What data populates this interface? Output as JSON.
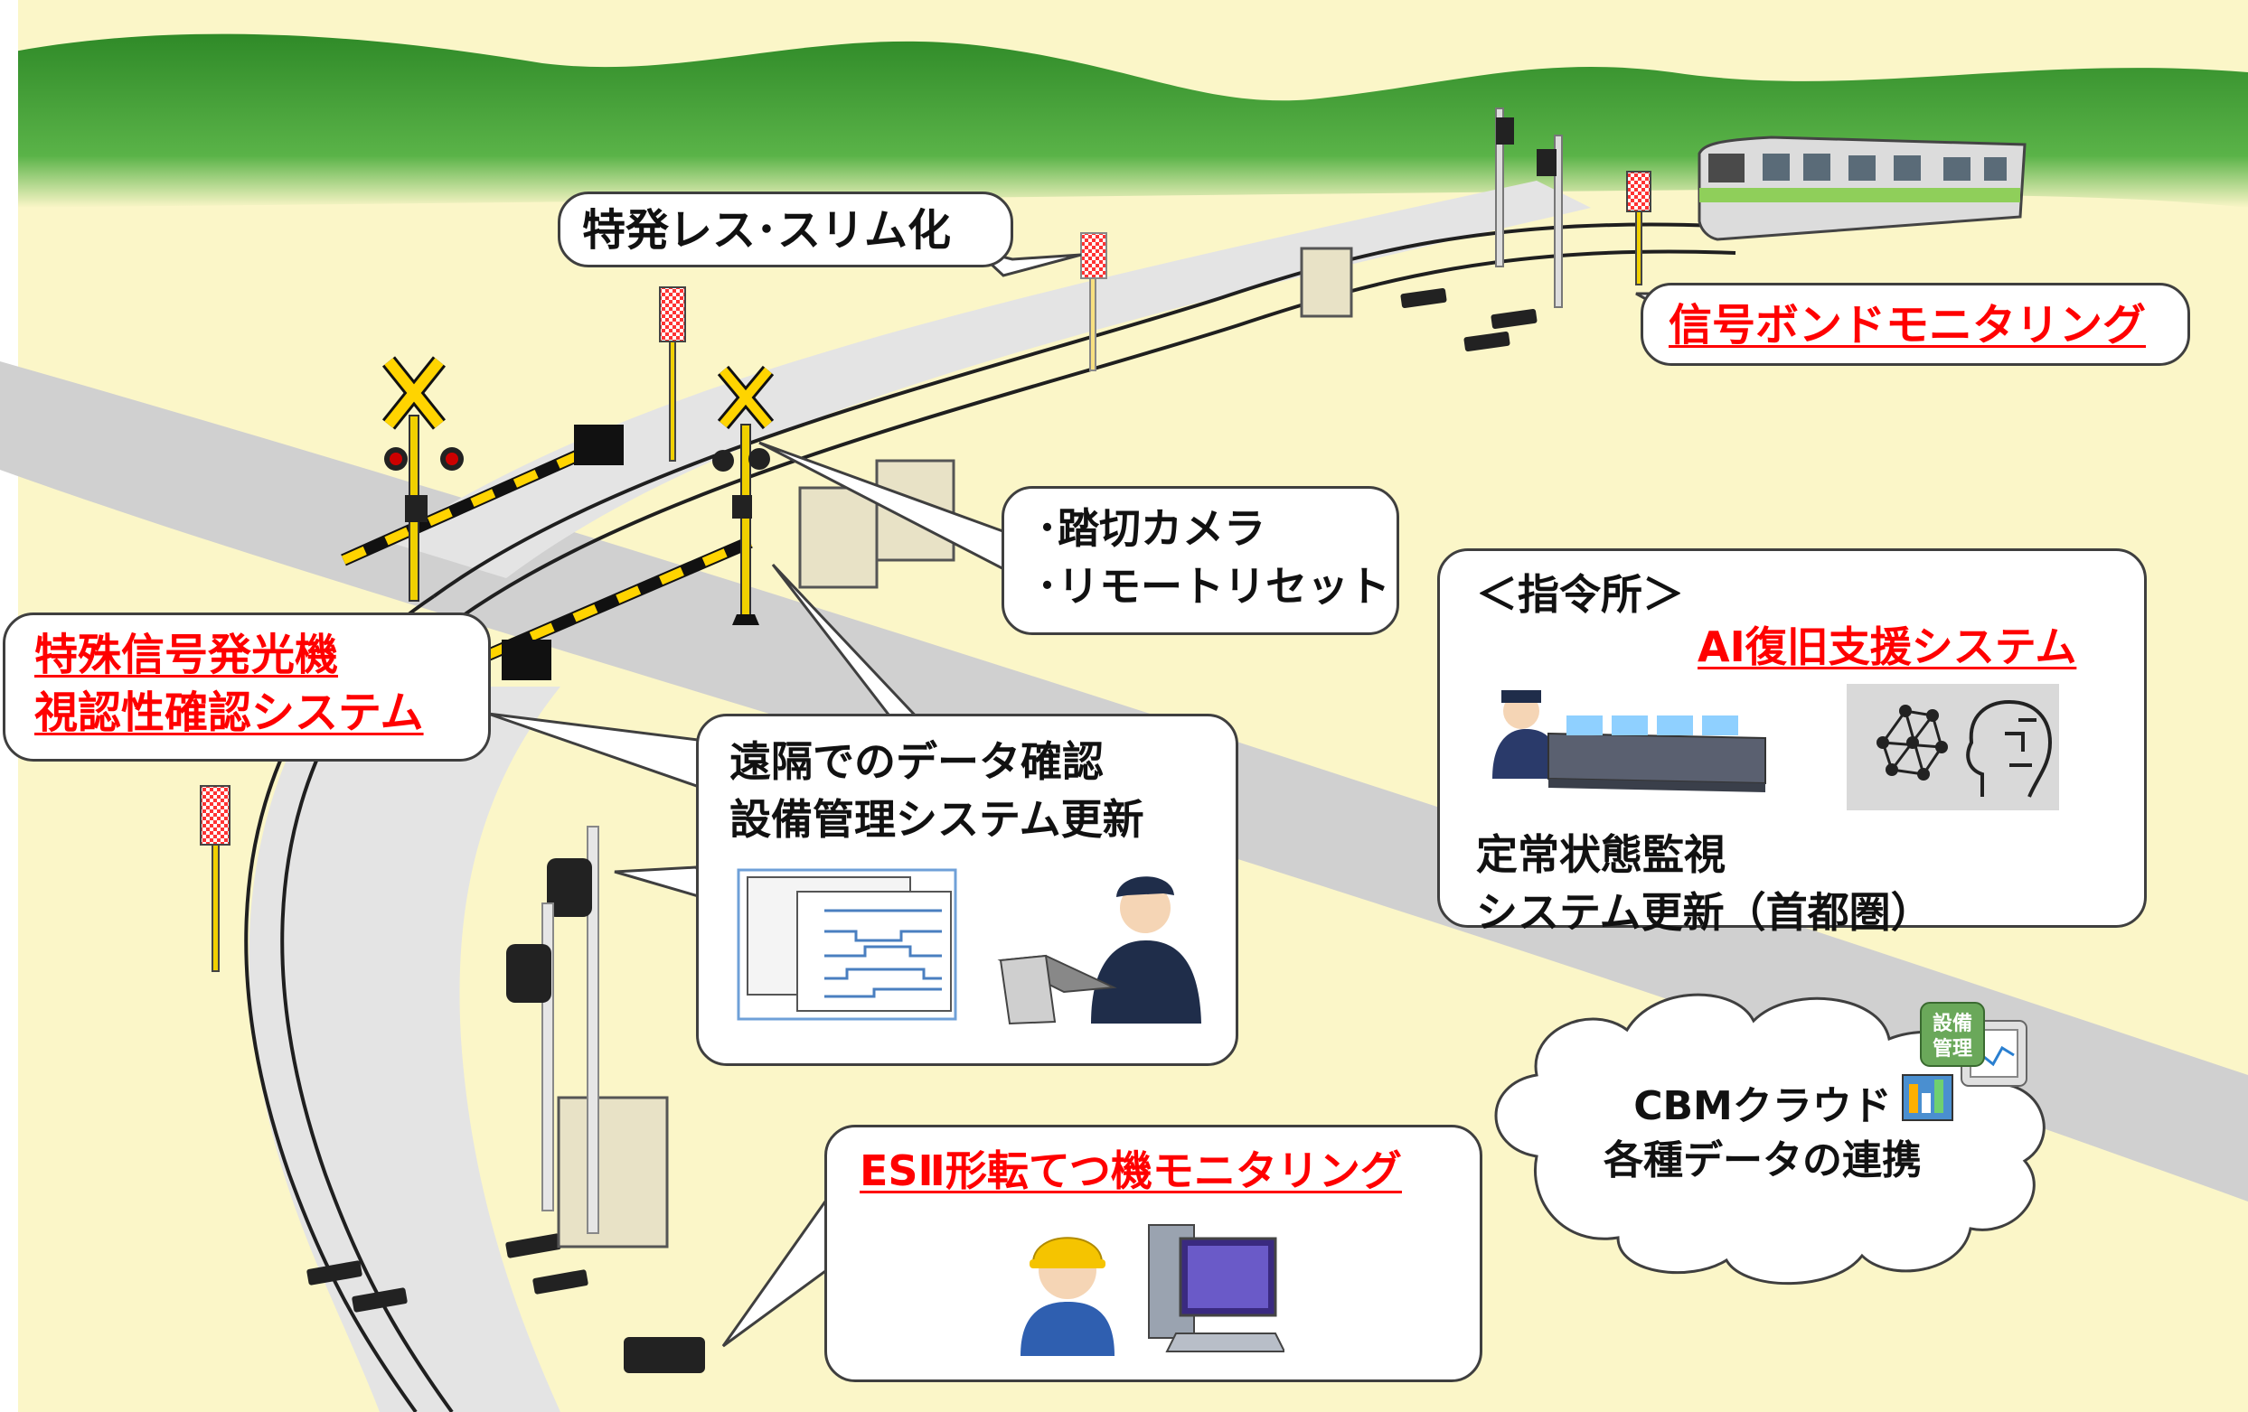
{
  "labels": {
    "slim": "特発レス･スリム化",
    "bond": "信号ボンドモニタリング",
    "camera_1": "･踏切カメラ",
    "camera_2": "･リモートリセット",
    "special_1": "特殊信号発光機",
    "special_2": "視認性確認システム",
    "remote_1": "遠隔でのデータ確認",
    "remote_2": "設備管理システム更新",
    "command_header": "＜指令所＞",
    "command_ai": "AI復旧支援システム",
    "command_1": "定常状態監視",
    "command_2": "システム更新（首都圏）",
    "cloud_1": "CBMクラウド",
    "cloud_2": "各種データの連携",
    "es2": "ESⅡ形転てつ機モニタリング",
    "badge_1": "設備",
    "badge_2": "管理"
  },
  "colors": {
    "hill": "#3a9a30",
    "ground": "#fbf6c8",
    "road": "#d0d0d0",
    "highlight": "#ff0000",
    "train": "#8fcf5a"
  },
  "icons": [
    "crossing-signal-icon",
    "railway-train-icon",
    "operator-desk-icon",
    "ai-network-icon",
    "ai-head-icon",
    "worker-helmet-icon",
    "desktop-computer-icon",
    "waveform-monitor-icon",
    "engineer-laptop-icon",
    "cloud-icon"
  ]
}
